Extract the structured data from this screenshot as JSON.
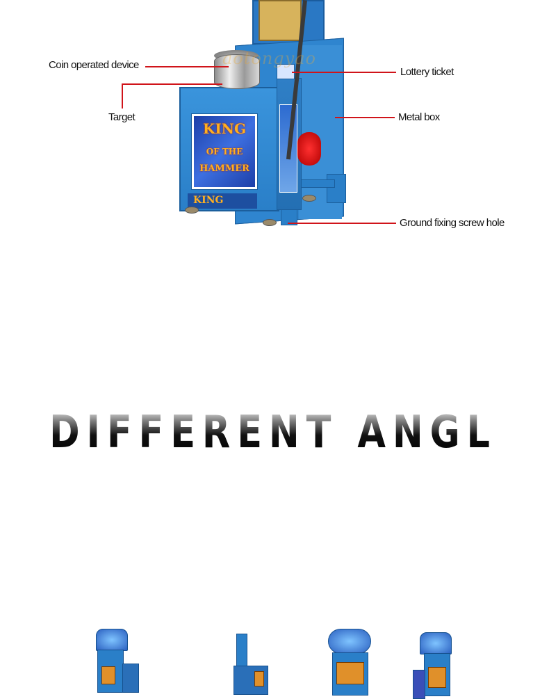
{
  "callouts": {
    "coin_device": "Coin operated device",
    "target": "Target",
    "lottery_ticket": "Lottery ticket",
    "metal_box": "Metal box",
    "ground_screw": "Ground fixing screw hole"
  },
  "machine": {
    "poster_line1": "KING",
    "poster_line2": "OF THE",
    "poster_line3": "HAMMER",
    "base_label": "KING",
    "watermark": "aotongyao"
  },
  "section": {
    "heading": "DIFFERENT ANGLES"
  },
  "colors": {
    "callout_line": "#d0141a",
    "machine_blue": "#2c86d0"
  }
}
